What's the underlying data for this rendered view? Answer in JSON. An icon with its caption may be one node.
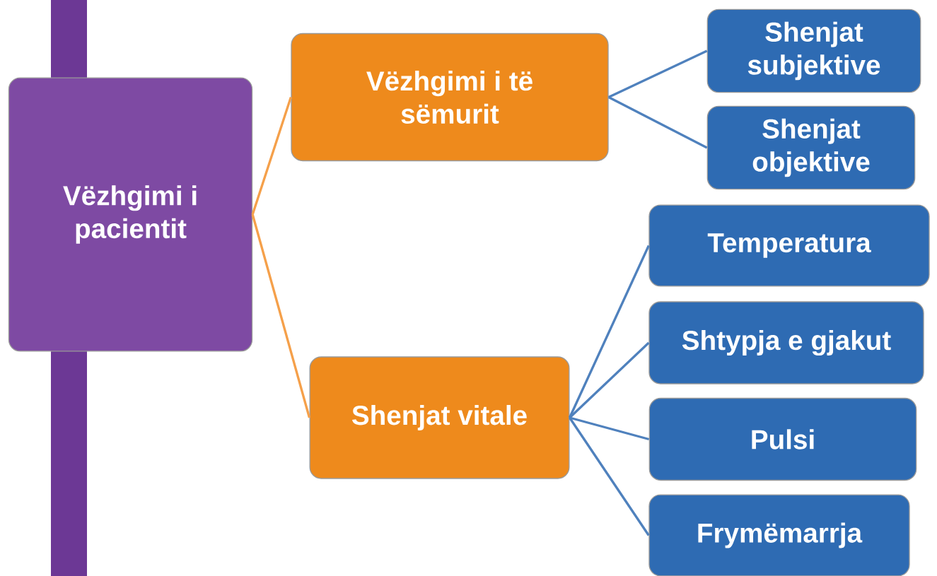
{
  "diagram": {
    "nodes": [
      {
        "text": [
          "Vëzhgimi i pacientit"
        ]
      },
      {
        "text": [
          "Vëzhgimi i të sëmurit"
        ]
      },
      {
        "text": [
          "Shenjat vitale"
        ]
      },
      {
        "text": [
          "Shenjat subjektive"
        ]
      },
      {
        "text": [
          "Shenjat objektive"
        ]
      },
      {
        "text": [
          "Temperatura"
        ]
      },
      {
        "text": [
          "Shtypja e gjakut"
        ]
      },
      {
        "text": [
          "Pulsi"
        ]
      },
      {
        "text": [
          "Frymëmarrja"
        ]
      }
    ],
    "edges": [
      {
        "from": 0,
        "to": 1,
        "arrow": "none",
        "color": "#f5a04a"
      },
      {
        "from": 0,
        "to": 2,
        "arrow": "none",
        "color": "#f5a04a"
      },
      {
        "from": 1,
        "to": 3,
        "arrow": "none"
      },
      {
        "from": 1,
        "to": 4,
        "arrow": "none"
      },
      {
        "from": 2,
        "to": 5,
        "arrow": "none"
      },
      {
        "from": 2,
        "to": 6,
        "arrow": "none"
      },
      {
        "from": 2,
        "to": 7,
        "arrow": "none"
      },
      {
        "from": 2,
        "to": 8,
        "arrow": "none"
      }
    ]
  }
}
